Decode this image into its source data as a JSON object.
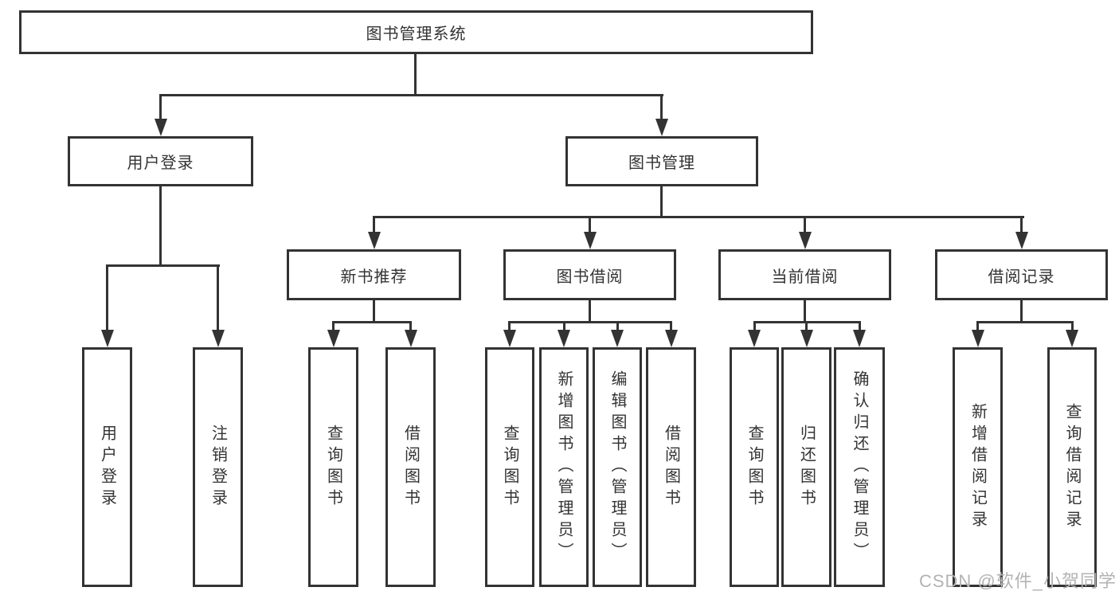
{
  "root": {
    "label": "图书管理系统",
    "children": [
      {
        "label": "用户登录",
        "children": [
          {
            "label": "用户登录"
          },
          {
            "label": "注销登录"
          }
        ]
      },
      {
        "label": "图书管理",
        "children": [
          {
            "label": "新书推荐",
            "children": [
              {
                "label": "查询图书"
              },
              {
                "label": "借阅图书"
              }
            ]
          },
          {
            "label": "图书借阅",
            "children": [
              {
                "label": "查询图书"
              },
              {
                "label": "新增图书（管理员）"
              },
              {
                "label": "编辑图书（管理员）"
              },
              {
                "label": "借阅图书"
              }
            ]
          },
          {
            "label": "当前借阅",
            "children": [
              {
                "label": "查询图书"
              },
              {
                "label": "归还图书"
              },
              {
                "label": "确认归还（管理员）"
              }
            ]
          },
          {
            "label": "借阅记录",
            "children": [
              {
                "label": "新增借阅记录"
              },
              {
                "label": "查询借阅记录"
              }
            ]
          }
        ]
      }
    ]
  },
  "watermark": {
    "text": "CSDN @软件_小贺同学"
  },
  "colors": {
    "line": "#333333",
    "text": "#333333",
    "background": "#ffffff",
    "watermark": "#b3b3b3"
  }
}
